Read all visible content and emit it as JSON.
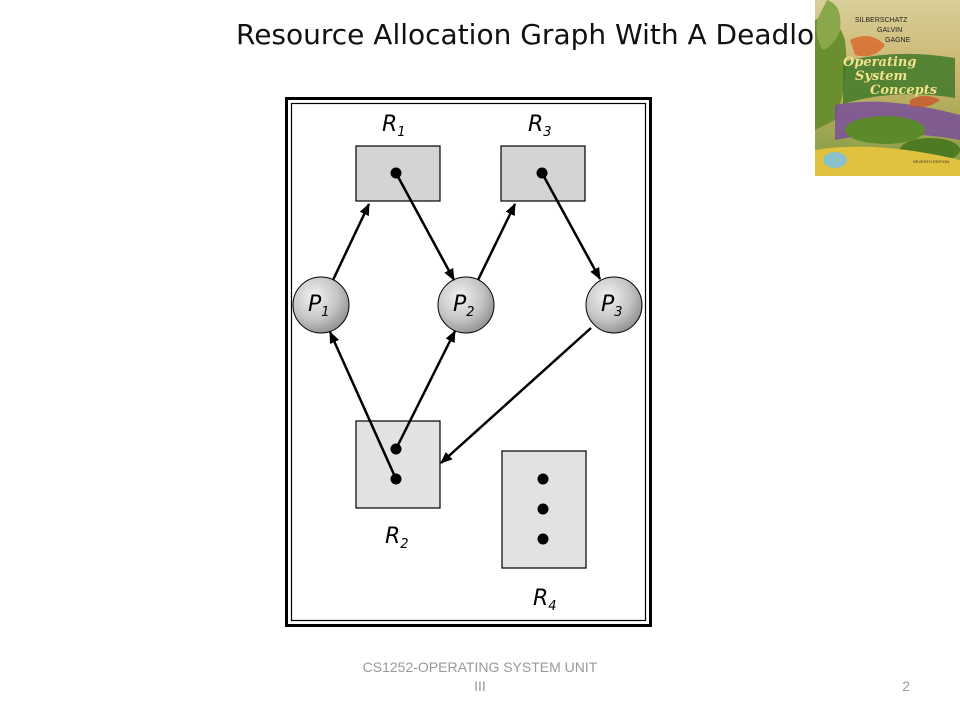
{
  "slide": {
    "title": "Resource Allocation Graph With A Deadlock",
    "footer_line1": "CS1252-OPERATING SYSTEM UNIT",
    "footer_line2": "III",
    "page_number": "2"
  },
  "book_cover": {
    "authors": [
      "SILBERSCHATZ",
      "GALVIN",
      "GAGNE"
    ],
    "title_lines": [
      "Operating",
      "System",
      "Concepts"
    ],
    "edition": "SEVENTH EDITION"
  },
  "diagram": {
    "processes": [
      {
        "id": "P1",
        "label": "P",
        "sub": "1"
      },
      {
        "id": "P2",
        "label": "P",
        "sub": "2"
      },
      {
        "id": "P3",
        "label": "P",
        "sub": "3"
      }
    ],
    "resources": [
      {
        "id": "R1",
        "label": "R",
        "sub": "1",
        "instances": 1
      },
      {
        "id": "R2",
        "label": "R",
        "sub": "2",
        "instances": 2
      },
      {
        "id": "R3",
        "label": "R",
        "sub": "3",
        "instances": 1
      },
      {
        "id": "R4",
        "label": "R",
        "sub": "4",
        "instances": 3
      }
    ],
    "edges": [
      {
        "from": "P1",
        "to": "R1",
        "kind": "request"
      },
      {
        "from": "R1",
        "to": "P2",
        "kind": "assignment"
      },
      {
        "from": "P2",
        "to": "R3",
        "kind": "request"
      },
      {
        "from": "R3",
        "to": "P3",
        "kind": "assignment"
      },
      {
        "from": "P3",
        "to": "R2",
        "kind": "request"
      },
      {
        "from": "R2",
        "to": "P1",
        "kind": "assignment"
      },
      {
        "from": "R2",
        "to": "P2",
        "kind": "assignment"
      }
    ],
    "colors": {
      "resource_fill": "#d4d4d4",
      "process_fill": "#c8c8c8",
      "stroke": "#000000"
    }
  }
}
